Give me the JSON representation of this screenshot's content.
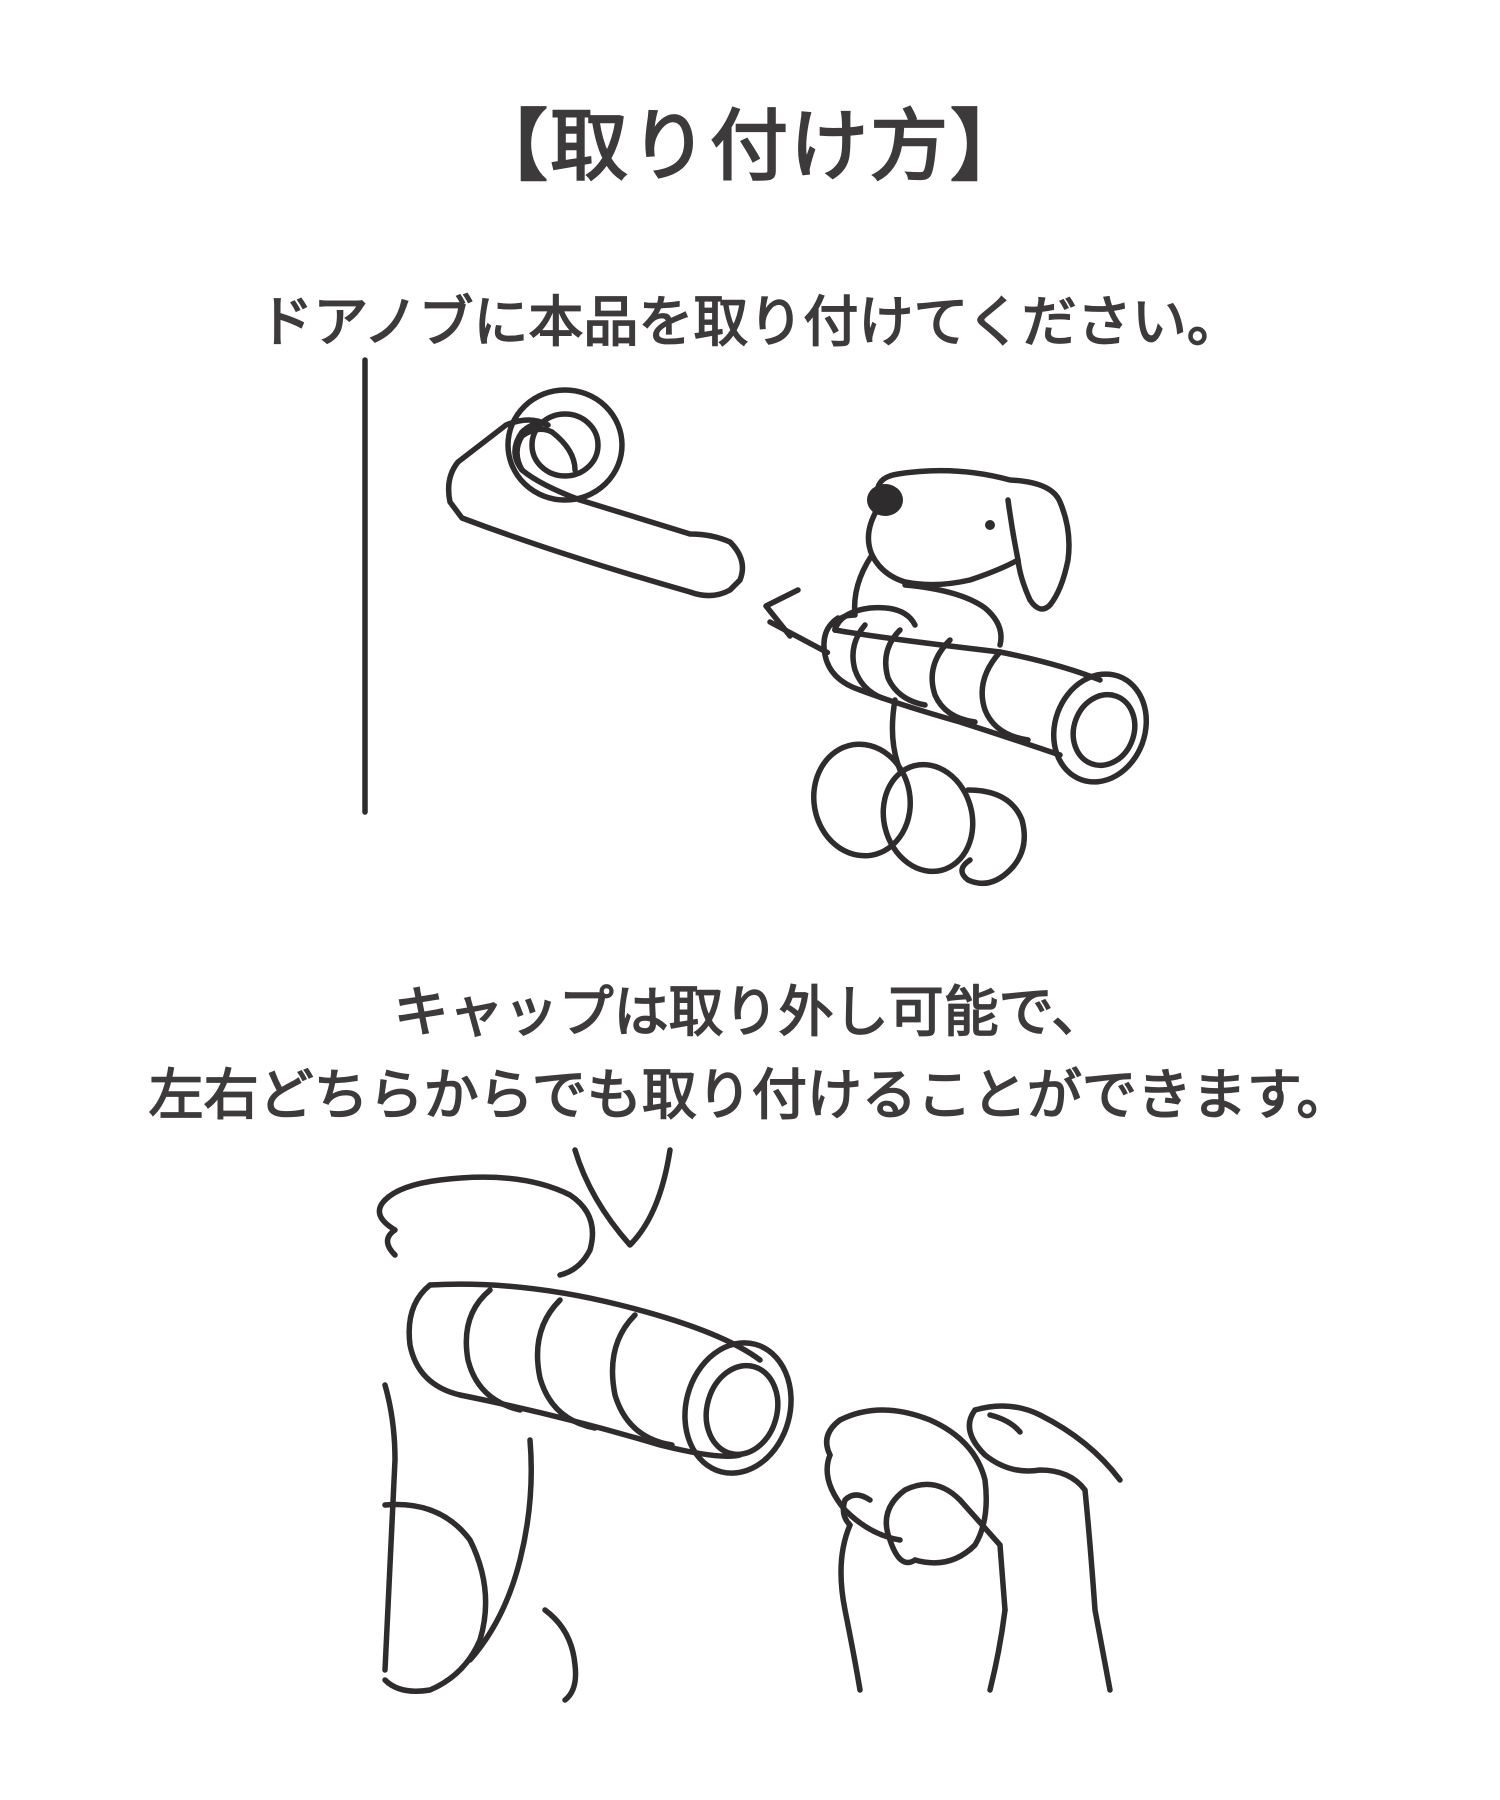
{
  "title": "【取り付け方】",
  "step1": {
    "caption": "ドアノブに本品を取り付けてください。"
  },
  "step2": {
    "caption_line1": "キャップは取り外し可能で、",
    "caption_line2": "左右どちらからでも取り付けることができます。"
  },
  "colors": {
    "text": "#3d3a3b",
    "line": "#2f2c2d",
    "background": "#ffffff"
  }
}
